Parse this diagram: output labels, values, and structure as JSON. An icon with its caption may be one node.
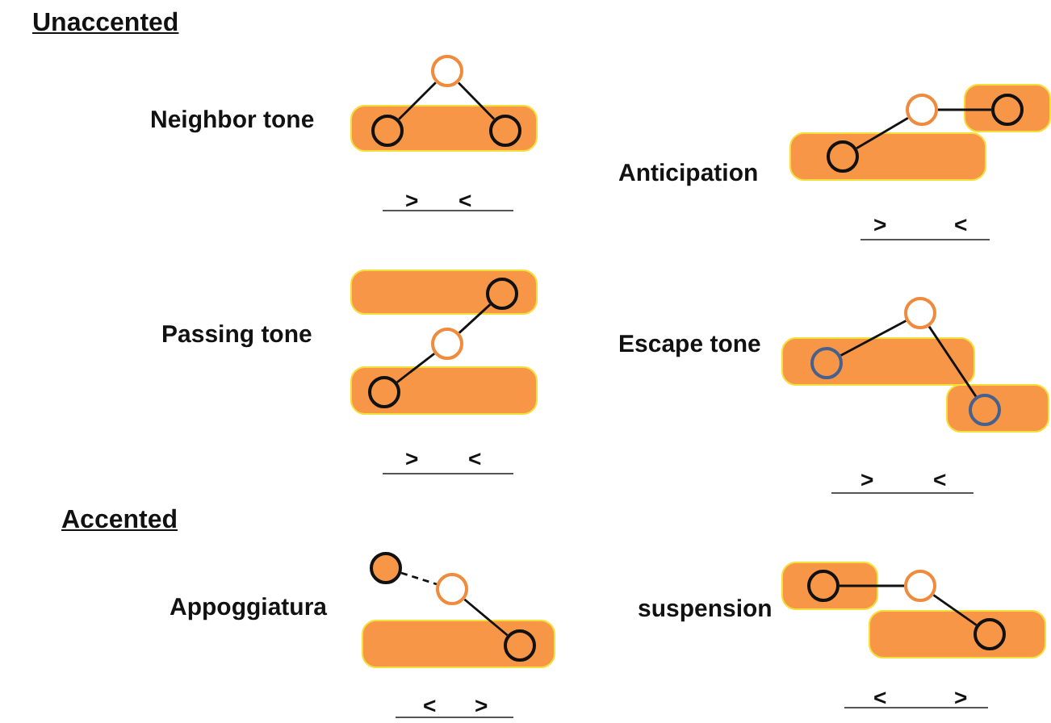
{
  "diagram": {
    "nodes": [
      {
        "text": [],
        "shape": "circle"
      },
      {
        "text": [],
        "shape": "bar"
      },
      {
        "text": [],
        "shape": "circle",
        "in": 1
      },
      {
        "text": [],
        "shape": "circle",
        "in": 1
      },
      {
        "text": [],
        "shape": "bar"
      },
      {
        "text": [],
        "shape": "circle",
        "in": 4
      },
      {
        "text": [],
        "shape": "circle"
      },
      {
        "text": [],
        "shape": "bar"
      },
      {
        "text": [],
        "shape": "circle",
        "in": 7
      },
      {
        "text": [],
        "shape": "bar"
      },
      {
        "text": [],
        "shape": "circle",
        "in": 9
      },
      {
        "text": [],
        "shape": "circle"
      },
      {
        "text": [],
        "shape": "bar"
      },
      {
        "text": [],
        "shape": "circle",
        "in": 12
      },
      {
        "text": [],
        "shape": "circle"
      },
      {
        "text": [],
        "shape": "bar"
      },
      {
        "text": [],
        "shape": "circle",
        "in": 15
      },
      {
        "text": [],
        "shape": "bar"
      },
      {
        "text": [],
        "shape": "circle",
        "in": 17
      },
      {
        "text": [],
        "shape": "circle"
      },
      {
        "text": [],
        "shape": "circle"
      },
      {
        "text": [],
        "shape": "bar"
      },
      {
        "text": [],
        "shape": "circle",
        "in": 21
      },
      {
        "text": [],
        "shape": "bar"
      },
      {
        "text": [],
        "shape": "circle",
        "in": 23
      },
      {
        "text": [],
        "shape": "circle"
      },
      {
        "text": [],
        "shape": "bar"
      },
      {
        "text": [],
        "shape": "circle",
        "in": 26
      }
    ],
    "edges": [
      {
        "from": 2,
        "to": 0,
        "arrow": "none"
      },
      {
        "from": 0,
        "to": 3,
        "arrow": "none"
      },
      {
        "from": 8,
        "to": 6,
        "arrow": "none"
      },
      {
        "from": 6,
        "to": 5,
        "arrow": "none"
      },
      {
        "from": 13,
        "to": 11,
        "arrow": "none"
      },
      {
        "from": 11,
        "to": 10,
        "arrow": "none"
      },
      {
        "from": 16,
        "to": 14,
        "arrow": "none"
      },
      {
        "from": 14,
        "to": 18,
        "arrow": "none"
      },
      {
        "from": 19,
        "to": 20,
        "arrow": "none",
        "style": "dashed"
      },
      {
        "from": 20,
        "to": 22,
        "arrow": "none"
      },
      {
        "from": 24,
        "to": 25,
        "arrow": "none"
      },
      {
        "from": 25,
        "to": 27,
        "arrow": "none"
      }
    ],
    "labels": [
      "Unaccented",
      "Neighbor tone",
      "Anticipation",
      ">",
      "<",
      ">",
      "<",
      "Passing tone",
      "Escape tone",
      ">",
      "<",
      ">",
      "<",
      "Accented",
      "Appoggiatura",
      "suspension",
      "<",
      ">",
      "<",
      ">"
    ]
  }
}
